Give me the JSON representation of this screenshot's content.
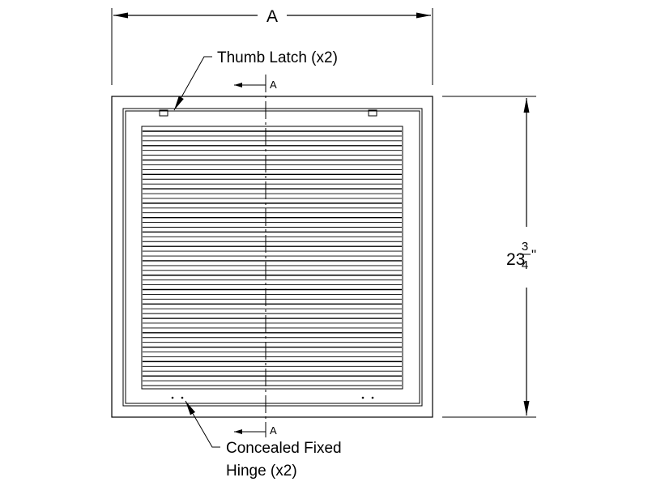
{
  "dimensions": {
    "width_label": "A",
    "height_whole": "23",
    "height_frac_num": "3",
    "height_frac_den": "4",
    "height_unit": "\""
  },
  "section": {
    "top_label": "A",
    "bottom_label": "A"
  },
  "callouts": {
    "thumb_latch": "Thumb Latch (x2)",
    "hinge_line1": "Concealed Fixed",
    "hinge_line2": "Hinge (x2)"
  },
  "grille": {
    "louver_count": 54
  }
}
